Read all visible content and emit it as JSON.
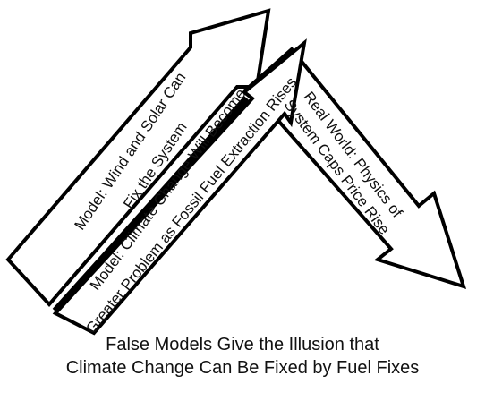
{
  "arrows": {
    "wind_solar": {
      "line1": "Model: Wind and Solar Can",
      "line2": "Fix the System"
    },
    "climate_change": {
      "line1": "Model: Climate Change Will Become",
      "line2": "Greater Problem as Fossil Fuel Extraction Rises"
    },
    "real_world": {
      "line1": "Real World: Physics of",
      "line2": "System Caps Price Rise"
    }
  },
  "caption": {
    "line1": "False Models Give the Illusion that",
    "line2": "Climate Change Can Be Fixed by Fuel Fixes"
  }
}
